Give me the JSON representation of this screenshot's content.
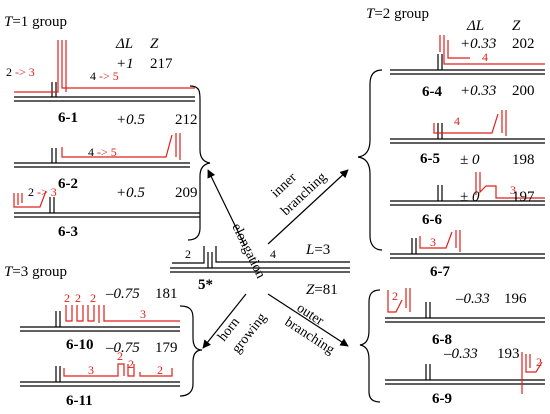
{
  "groups": {
    "t1": {
      "var": "T",
      "eq": "=1",
      "word": "group"
    },
    "t2": {
      "var": "T",
      "eq": "=2",
      "word": "group"
    },
    "t3": {
      "var": "T",
      "eq": "=3",
      "word": "group"
    }
  },
  "headers": {
    "dl": "ΔL",
    "z": "Z"
  },
  "center": {
    "label": "5*",
    "len_a": "2",
    "len_b": "4",
    "L": "L",
    "L_val": "=3",
    "Z": "Z",
    "Z_val": "=81"
  },
  "arrows": {
    "elongation": "elongation",
    "inner1": "inner",
    "inner2": "branching",
    "horn1": "horn",
    "horn2": "growing",
    "outer1": "outer",
    "outer2": "branching"
  },
  "tl": {
    "ann1a": "2",
    "ann1b": "-> 3",
    "ann2a": "4",
    "ann2b": "-> 5",
    "ann3a": "4",
    "ann3b": "-> 5",
    "ann4a": "2",
    "ann4b": "-> 3"
  },
  "tr": {
    "n64": "4",
    "n65": "4",
    "n66": "3",
    "n67": "3"
  },
  "bl": {
    "a1": "2",
    "a2": "2",
    "a3": "2",
    "a4": "3",
    "b1": "3",
    "b2": "2",
    "b3": "2",
    "b4": "2"
  },
  "br": {
    "n68": "2",
    "n69": "2"
  },
  "items": [
    {
      "label": "6-1",
      "dl": "+1",
      "z": "217"
    },
    {
      "label": "6-2",
      "dl": "+0.5",
      "z": "212"
    },
    {
      "label": "6-3",
      "dl": "+0.5",
      "z": "209"
    },
    {
      "label": "6-4",
      "dl": "+0.33",
      "z": "202"
    },
    {
      "label": "6-5",
      "dl": "+0.33",
      "z": "200"
    },
    {
      "label": "6-6",
      "dl": "± 0",
      "z": "198"
    },
    {
      "label": "6-7",
      "dl": "± 0",
      "z": "197"
    },
    {
      "label": "6-8",
      "dl": "–0.33",
      "z": "196"
    },
    {
      "label": "6-9",
      "dl": "–0.33",
      "z": "193"
    },
    {
      "label": "6-10",
      "dl": "–0.75",
      "z": "181"
    },
    {
      "label": "6-11",
      "dl": "–0.75",
      "z": "179"
    }
  ]
}
